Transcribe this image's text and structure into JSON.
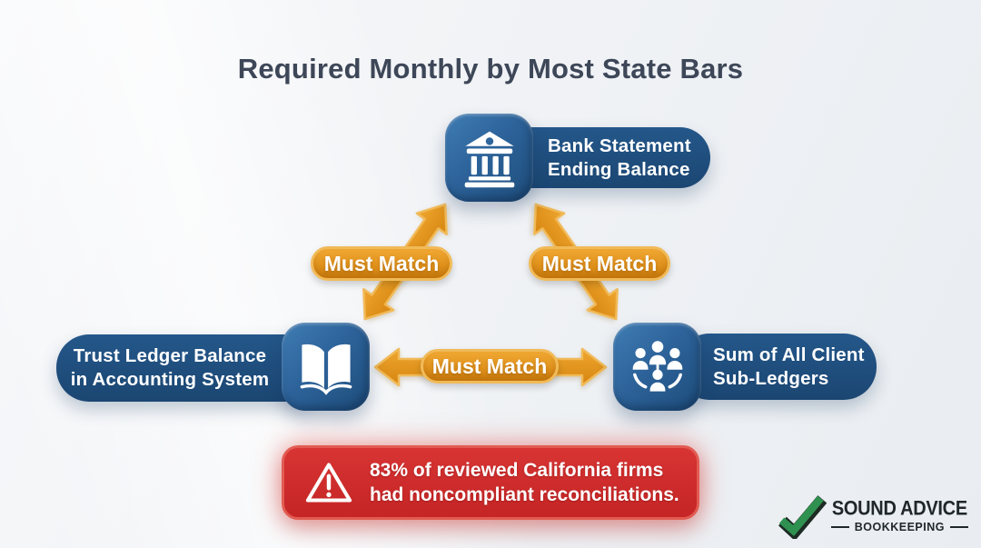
{
  "title": "Required Monthly by Most State Bars",
  "nodes": {
    "bank": {
      "line1": "Bank Statement",
      "line2": "Ending Balance"
    },
    "ledger": {
      "line1": "Trust Ledger Balance",
      "line2": "in Accounting System"
    },
    "clients": {
      "line1": "Sum of All Client",
      "line2": "Sub-Ledgers"
    }
  },
  "connectors": {
    "top_left": "Must Match",
    "top_right": "Must Match",
    "bottom": "Must Match"
  },
  "warning": {
    "line1": "83% of reviewed California firms",
    "line2": "had noncompliant reconciliations."
  },
  "logo": {
    "name": "SOUND ADVICE",
    "sub": "BOOKKEEPING"
  },
  "icons": {
    "bank": "bank-icon",
    "ledger": "open-book-icon",
    "clients": "people-group-icon",
    "warning": "warning-triangle-icon",
    "logo": "checkmark-icon"
  },
  "colors": {
    "node_blue": "#1f4e7c",
    "tile_blue_light": "#3f7cb3",
    "tile_blue_dark": "#1e4d7b",
    "arrow_orange": "#e0921c",
    "arrow_outline": "#f1ba58",
    "warning_red": "#cf2b2b",
    "warning_border": "#e25b52",
    "title_text": "#3d4758",
    "logo_green": "#2f9150",
    "logo_dark": "#20272b",
    "background": "#eff1f4"
  }
}
